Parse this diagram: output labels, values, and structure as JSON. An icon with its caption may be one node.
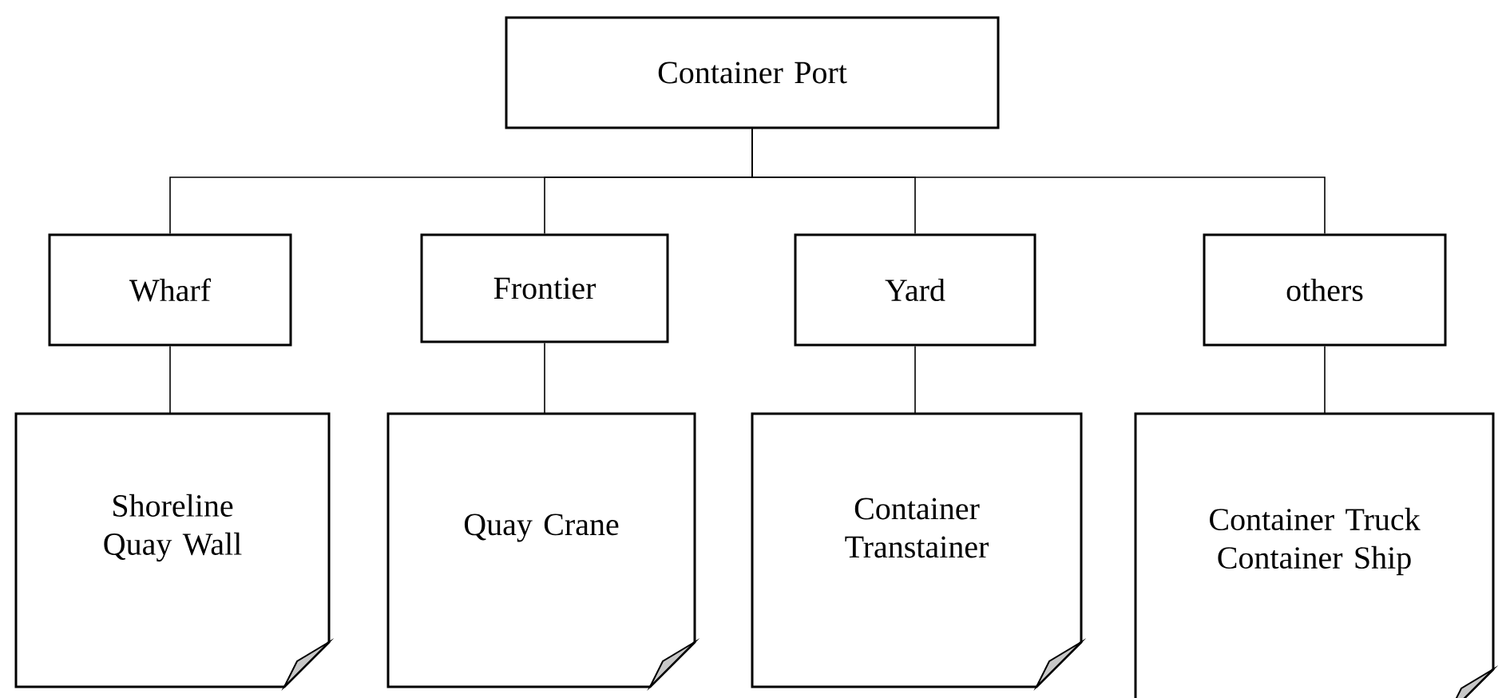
{
  "diagram": {
    "nodes": [
      {
        "text": [
          "Container Port"
        ]
      },
      {
        "text": [
          "Wharf"
        ]
      },
      {
        "text": [
          "Frontier"
        ]
      },
      {
        "text": [
          "Yard"
        ]
      },
      {
        "text": [
          "others"
        ]
      },
      {
        "text": [
          "Shoreline Quay Wall"
        ]
      },
      {
        "text": [
          "Quay Crane"
        ]
      },
      {
        "text": [
          "Container Transtainer"
        ]
      },
      {
        "text": [
          "Container Truck Container Ship"
        ]
      }
    ],
    "edges": [
      {
        "from": 0,
        "to": 1,
        "arrow": "none"
      },
      {
        "from": 0,
        "to": 2,
        "arrow": "none"
      },
      {
        "from": 0,
        "to": 3,
        "arrow": "none"
      },
      {
        "from": 0,
        "to": 4,
        "arrow": "none"
      },
      {
        "from": 1,
        "to": 5,
        "arrow": "none"
      },
      {
        "from": 2,
        "to": 6,
        "arrow": "none"
      },
      {
        "from": 3,
        "to": 7,
        "arrow": "none"
      },
      {
        "from": 4,
        "to": 8,
        "arrow": "none"
      }
    ]
  }
}
